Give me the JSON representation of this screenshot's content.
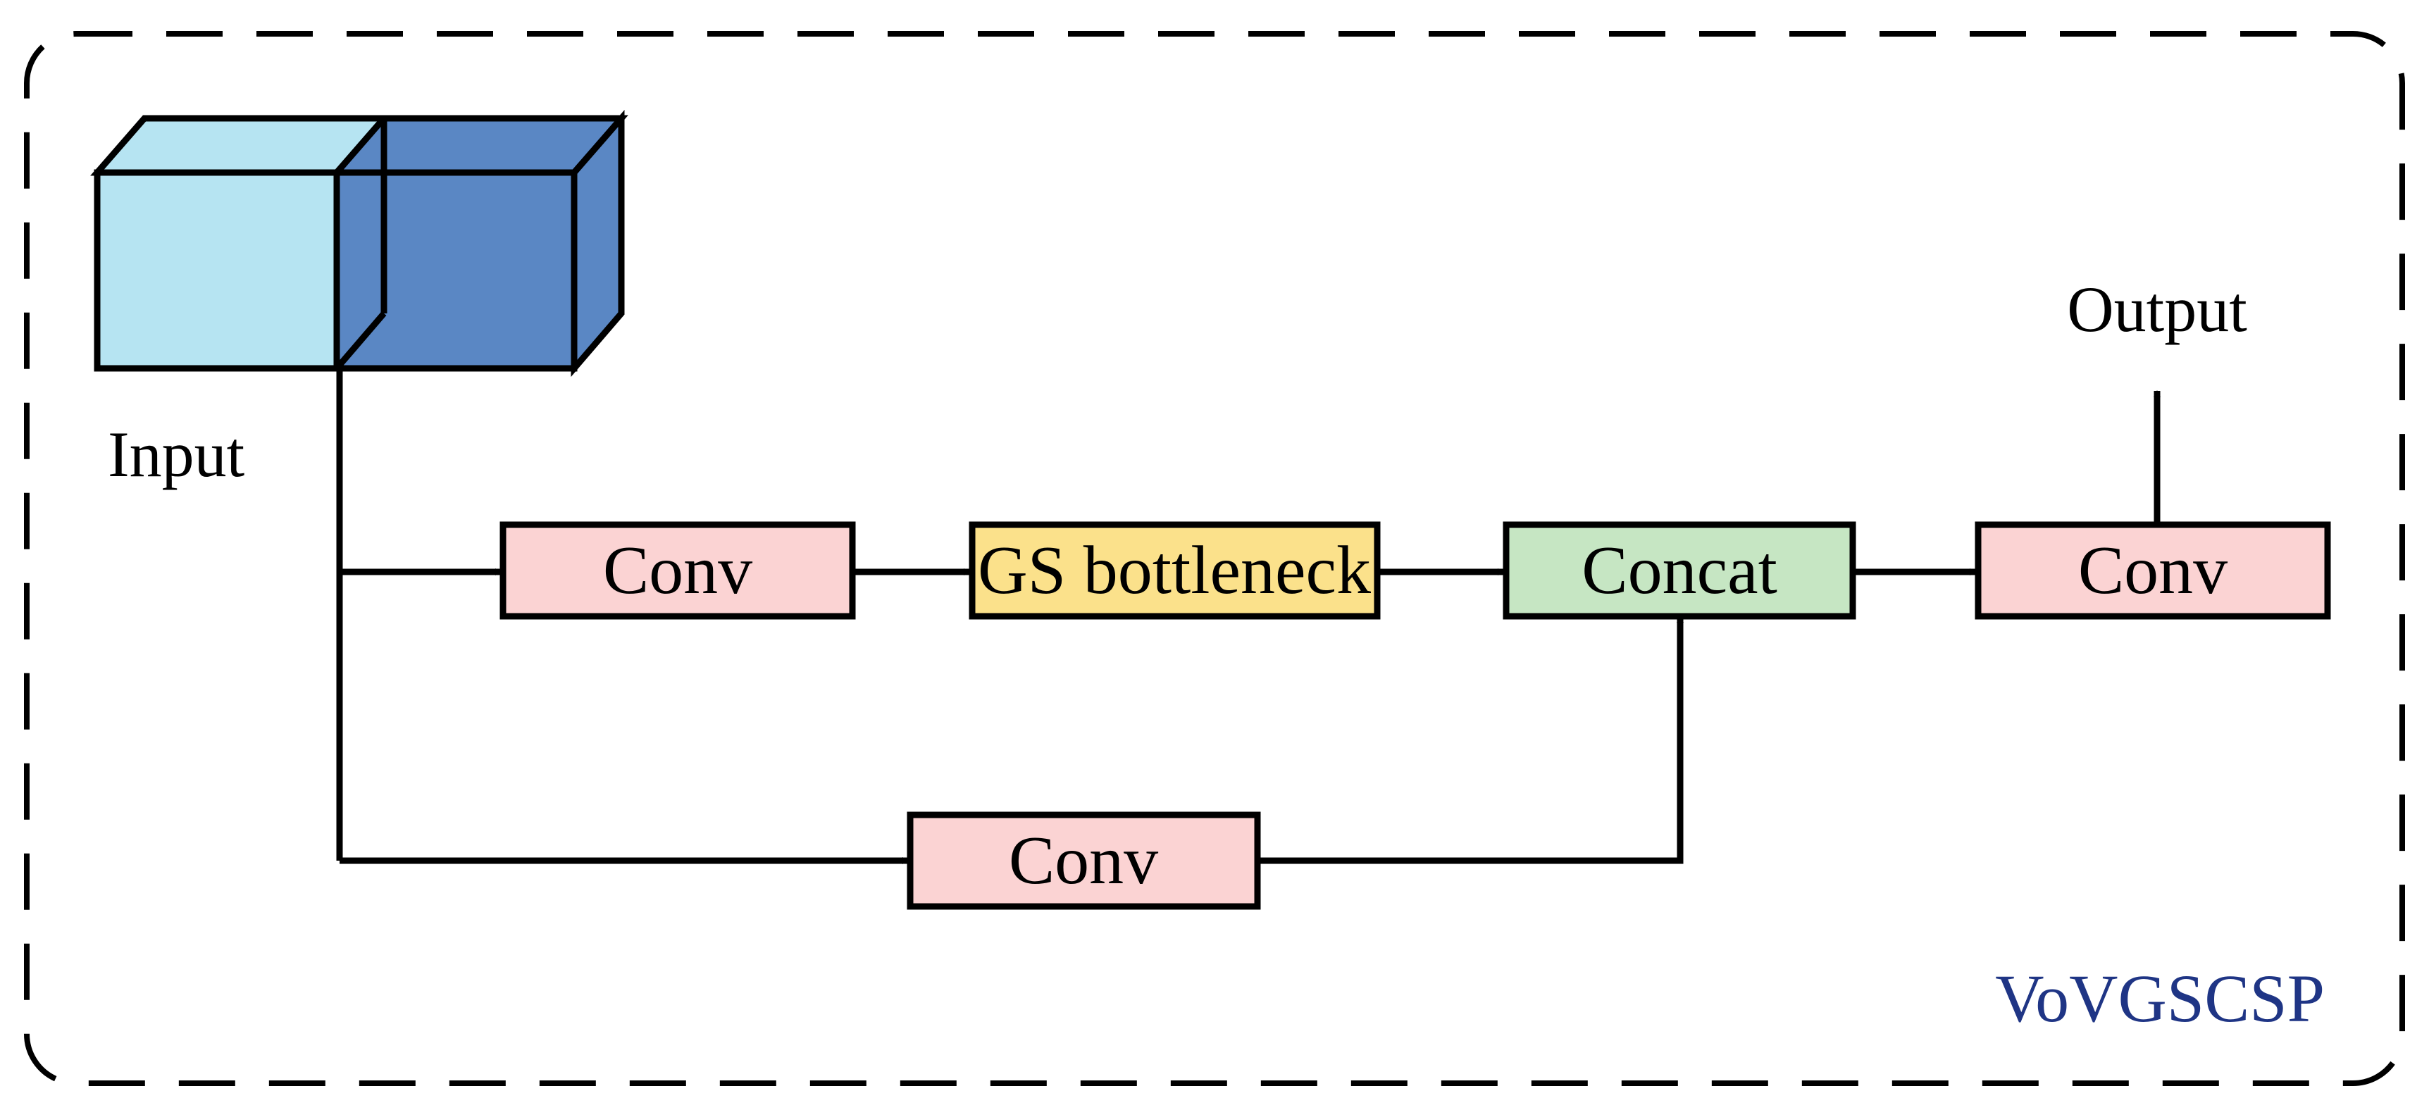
{
  "diagram": {
    "title": "VoVGSCSP",
    "input_label": "Input",
    "output_label": "Output",
    "blocks": {
      "conv_top": "Conv",
      "gs_bottleneck": "GS bottleneck",
      "concat": "Concat",
      "conv_out": "Conv",
      "conv_bottom": "Conv"
    }
  },
  "colors": {
    "conv_fill": "#fbd3d3",
    "gs_bottleneck_fill": "#fbe18b",
    "concat_fill": "#c6e6c3",
    "input_cube_light": "#b6e4f2",
    "input_cube_dark": "#5a87c4",
    "title_color": "#1f3585",
    "border_dash": "#000000"
  }
}
